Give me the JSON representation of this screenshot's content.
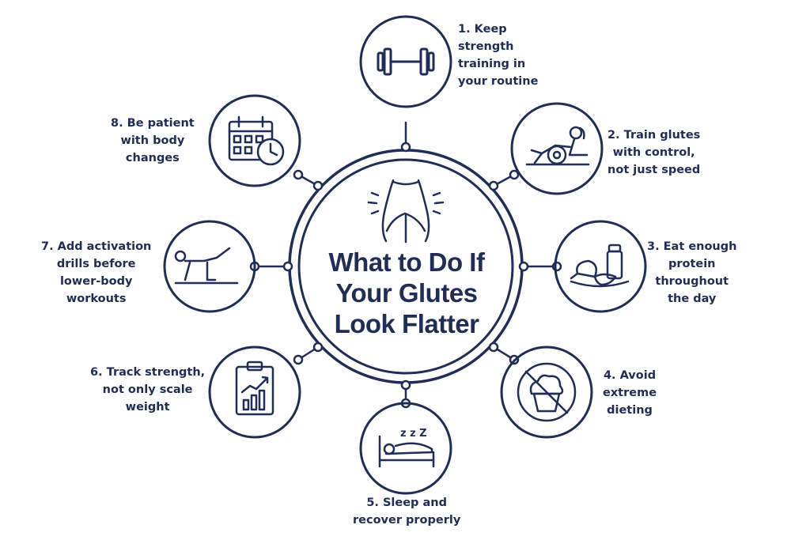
{
  "title_lines": [
    "What to Do If",
    "Your Glutes",
    "Look Flatter"
  ],
  "accent_color": "#1f2d57",
  "steps": [
    {
      "lines": [
        "1. Keep",
        "strength",
        "training in",
        "your routine"
      ],
      "icon": "dumbbell-icon"
    },
    {
      "lines": [
        "2. Train glutes",
        "with control,",
        "not just speed"
      ],
      "icon": "glute-bridge-icon"
    },
    {
      "lines": [
        "3. Eat enough",
        "protein",
        "throughout",
        "the day"
      ],
      "icon": "protein-meal-icon"
    },
    {
      "lines": [
        "4. Avoid",
        "extreme",
        "dieting"
      ],
      "icon": "no-cupcake-icon"
    },
    {
      "lines": [
        "5. Sleep and",
        "recover properly"
      ],
      "icon": "sleep-bed-icon"
    },
    {
      "lines": [
        "6. Track strength,",
        "not only scale",
        "weight"
      ],
      "icon": "progress-chart-icon"
    },
    {
      "lines": [
        "7. Add activation",
        "drills before",
        "lower-body",
        "workouts"
      ],
      "icon": "donkey-kick-icon"
    },
    {
      "lines": [
        "8. Be patient",
        "with body",
        "changes"
      ],
      "icon": "calendar-clock-icon"
    }
  ],
  "sleep_text": "z z Z"
}
